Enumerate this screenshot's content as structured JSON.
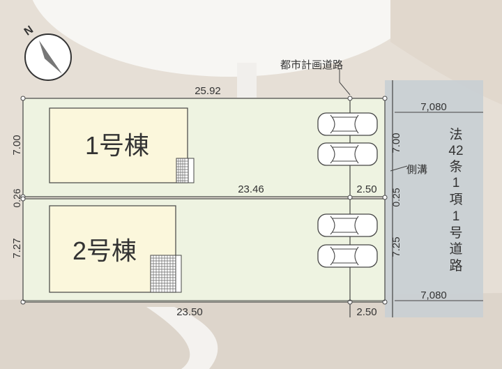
{
  "compass": {
    "north_label": "N"
  },
  "road_plan": {
    "label": "都市計画道路"
  },
  "buildings": [
    {
      "name": "1号棟"
    },
    {
      "name": "2号棟"
    }
  ],
  "dimensions": {
    "top_total": "25.92",
    "lot1_depth": "7.00",
    "gap_left": "0.26",
    "lot2_depth": "7.27",
    "middle_length": "23.46",
    "middle_setback": "2.50",
    "bottom_length": "23.50",
    "bottom_setback": "2.50",
    "road_width_top": "7,080",
    "road_width_bottom": "7,080",
    "road_right_700": "7.00",
    "road_right_025": "0.25",
    "road_right_725": "7.25"
  },
  "side_ditch": {
    "label": "側溝"
  },
  "road_name": {
    "chars": [
      "法",
      "42",
      "条",
      "1",
      "項",
      "1",
      "号",
      "道",
      "路"
    ]
  },
  "colors": {
    "lot_fill": "#eef3e1",
    "building_fill": "#fbf7dc",
    "road_fill": "#c9cfd4",
    "line": "#444444"
  }
}
